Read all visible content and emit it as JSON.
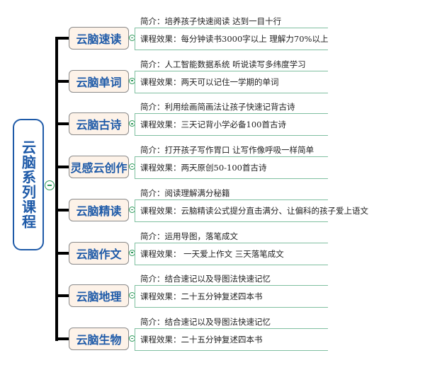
{
  "root": {
    "title": "云脑系列课程"
  },
  "courses": [
    {
      "name": "云脑速读",
      "intro": "简介：培养孩子快速阅读  达到一目十行",
      "effect": "课程效果：每分钟读书3000字以上  理解力70%以上"
    },
    {
      "name": "云脑单词",
      "intro": "简介：人工智能数据系统  听说读写多纬度学习",
      "effect": "课程效果：两天可以记住一学期的单词"
    },
    {
      "name": "云脑古诗",
      "intro": "简介：利用绘画简画法让孩子快速记背古诗",
      "effect": "课程效果：三天记背小学必备100首古诗"
    },
    {
      "name": "灵感云创作",
      "intro": "简介：打开孩子写作胃口  让写作像呼吸一样简单",
      "effect": "课程效果：两天原创50-100首古诗"
    },
    {
      "name": "云脑精读",
      "intro": "简介：阅读理解满分秘籍",
      "effect": "课程效果：云脑精读公式提分直击满分、让偏科的孩子爱上语文"
    },
    {
      "name": "云脑作文",
      "intro": "简介：运用导图，落笔成文",
      "effect": "课程效果： 一天爱上作文  三天落笔成文"
    },
    {
      "name": "云脑地理",
      "intro": "简介：结合速记以及导图法快速记忆",
      "effect": "课程效果：二十五分钟复述四本书"
    },
    {
      "name": "云脑生物",
      "intro": "简介：结合速记以及导图法快速记忆",
      "effect": "课程效果：二十五分钟复述四本书"
    }
  ],
  "colors": {
    "accent": "#1e5aa8",
    "node_fill": "#fdf2e8",
    "bracket": "#7fbfa0",
    "toggle": "#2e9a5a"
  }
}
